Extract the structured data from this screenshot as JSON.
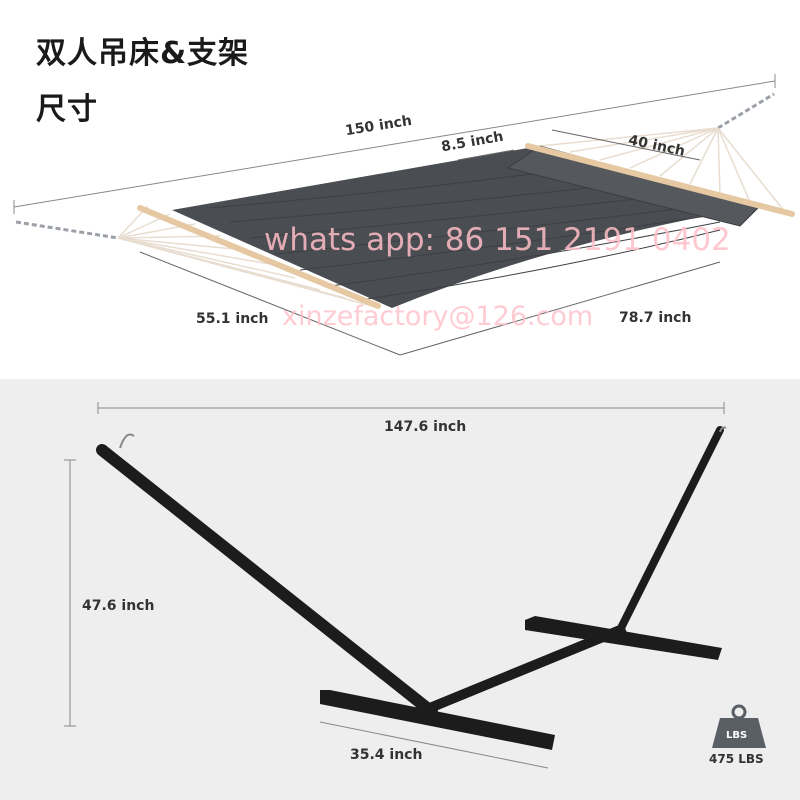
{
  "title": {
    "line1": "双人吊床&支架",
    "line2": "尺寸"
  },
  "hammock": {
    "total_length": "150 inch",
    "pillow_width": "8.5 inch",
    "pillow_length": "40 inch",
    "bed_width": "55.1 inch",
    "bed_length": "78.7 inch"
  },
  "stand": {
    "length": "147.6 inch",
    "height": "47.6 inch",
    "base_width": "35.4 inch"
  },
  "capacity": {
    "badge": "LBS",
    "label": "475 LBS"
  },
  "watermark": {
    "line1": "whats app: 86 151 2191 0402",
    "line2": "xinzefactory@126.com"
  },
  "colors": {
    "fabric": "#4a4d51",
    "stand": "#1c1c1c",
    "spreader": "#e6c9a3",
    "watermark": "#ffbec8"
  }
}
